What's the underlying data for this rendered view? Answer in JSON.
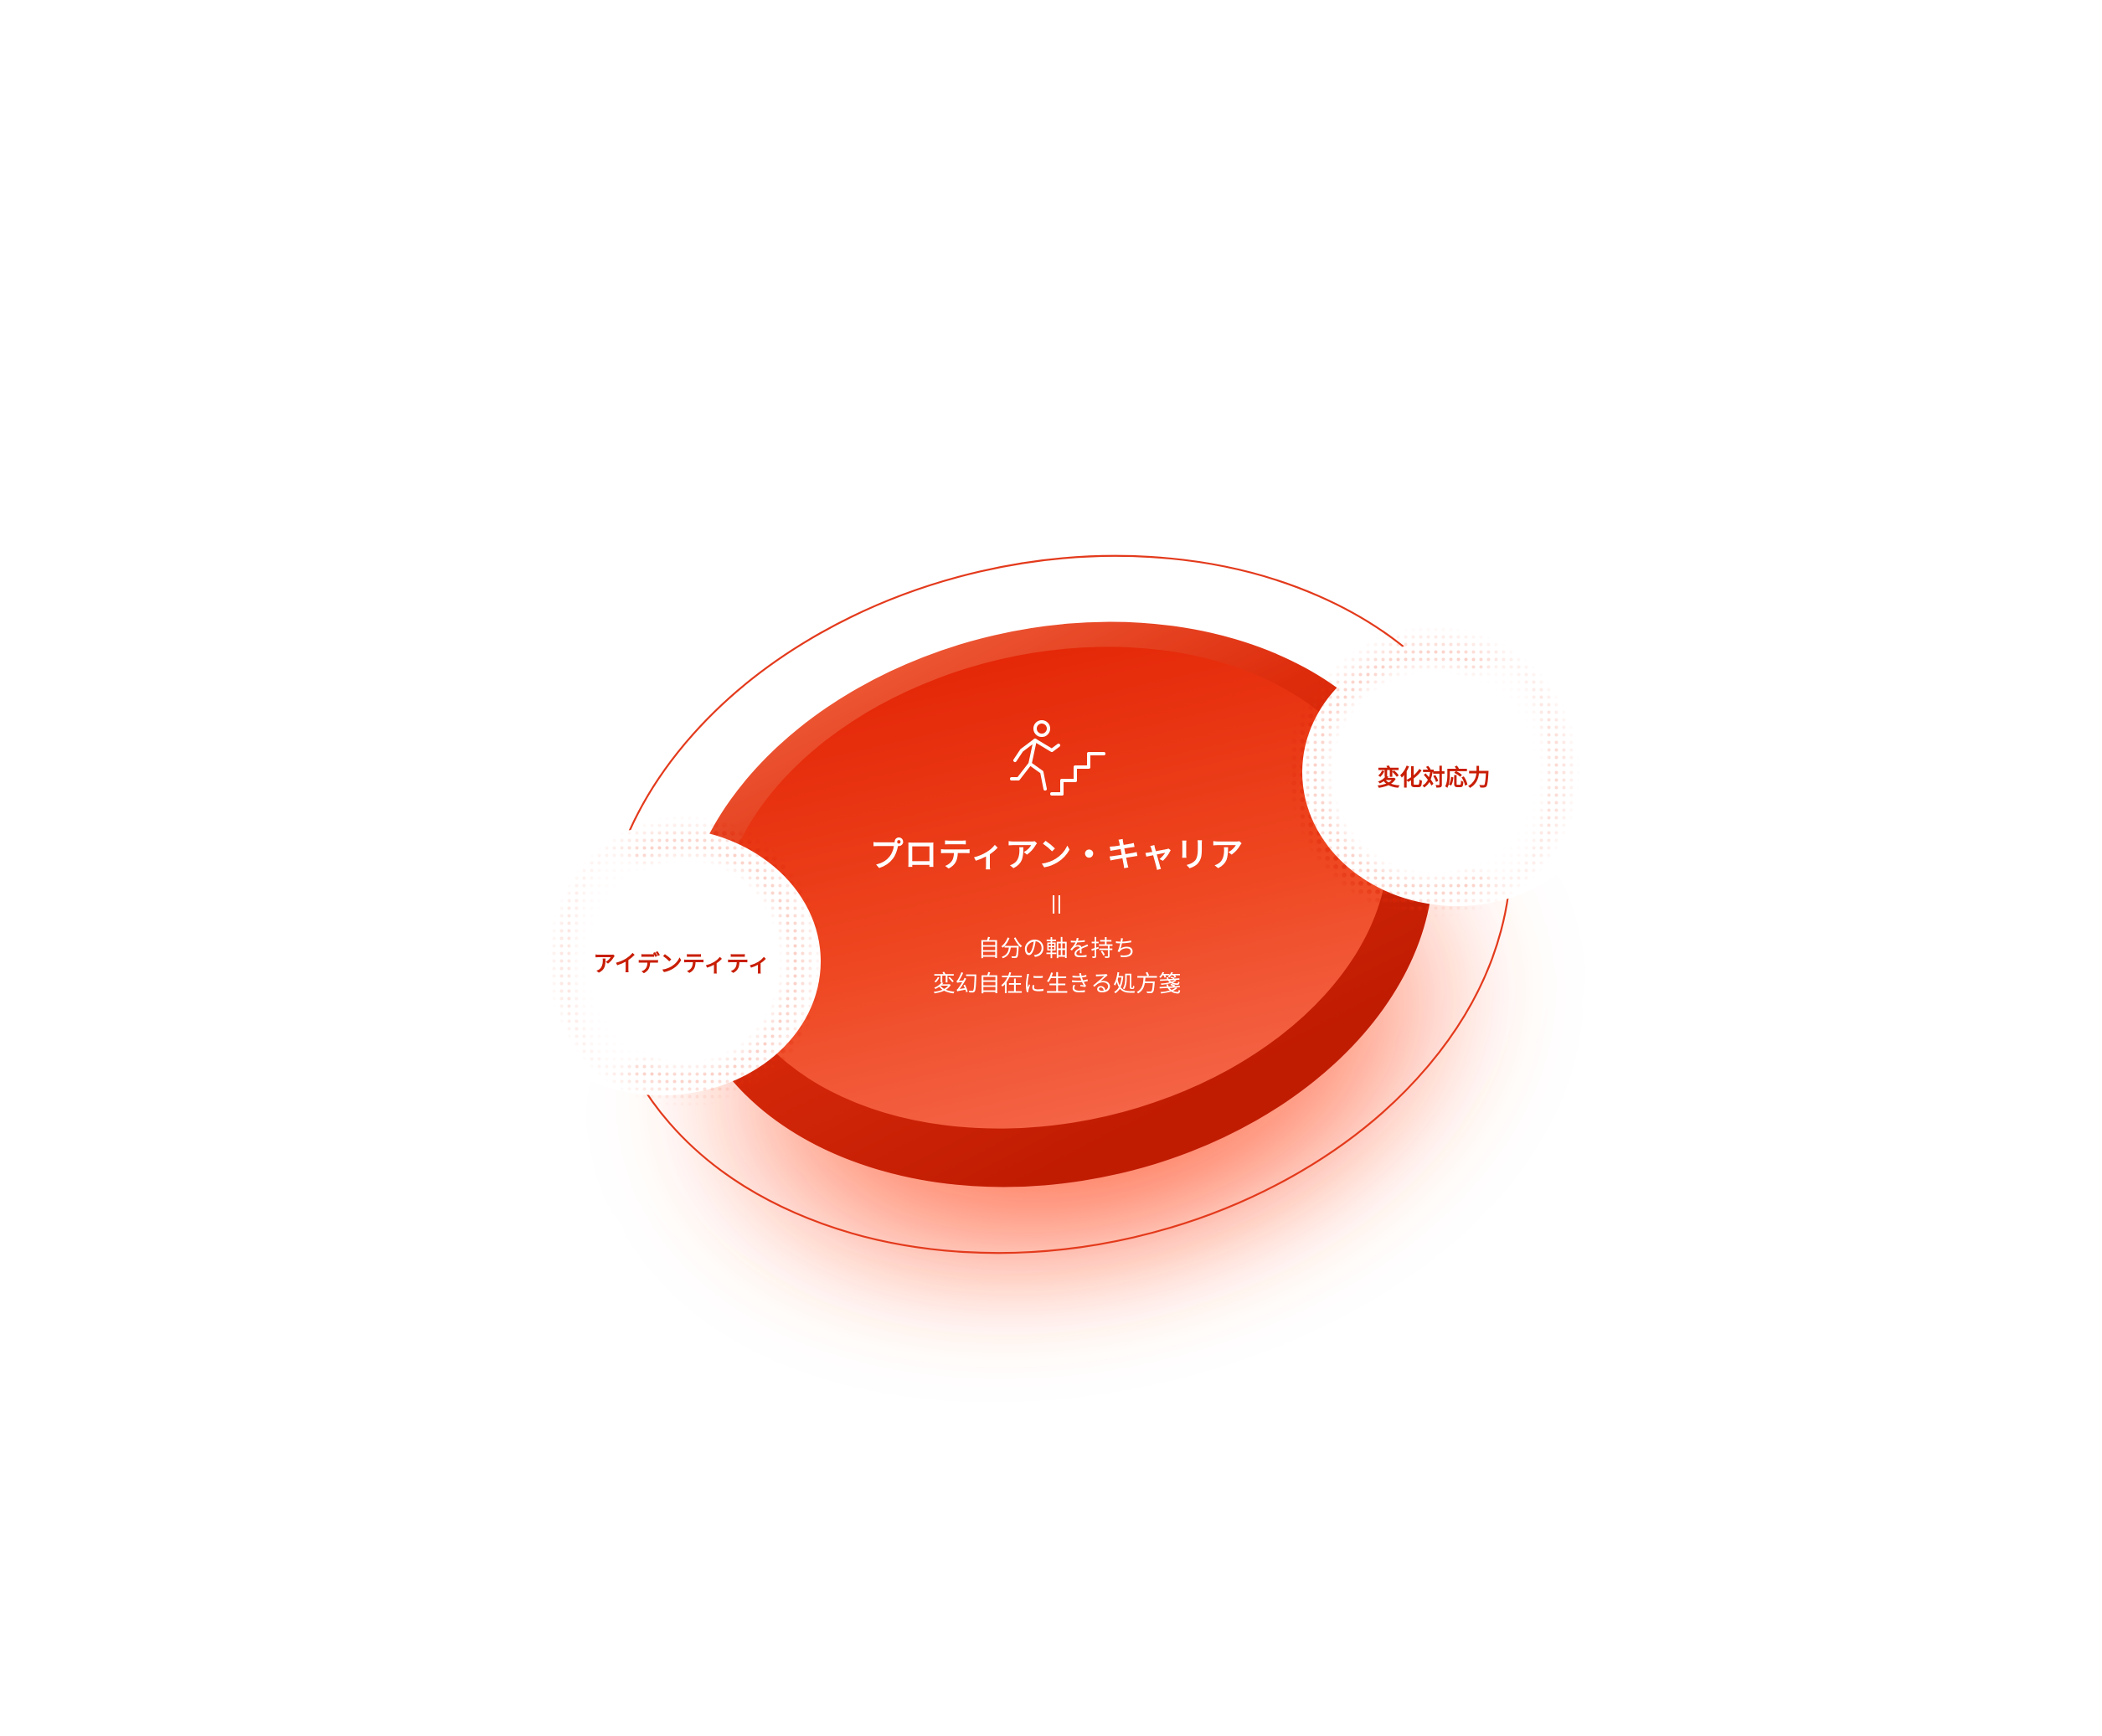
{
  "diagram": {
    "title": "プロティアン・キャリア",
    "equals": "＝",
    "subtitle_line1": "自分の軸を持ち",
    "subtitle_line2": "変幻自在に生きる処方箋",
    "left_label": "アイデンティティ",
    "right_label": "変化対応力",
    "icon": "person-climbing-stairs-icon"
  },
  "colors": {
    "accent": "#e02a0c",
    "accent_dark": "#c81e05",
    "accent_light": "#f26542",
    "label": "#c81e05",
    "outline": "#e33a1c",
    "text_on_accent": "#ffffff"
  }
}
